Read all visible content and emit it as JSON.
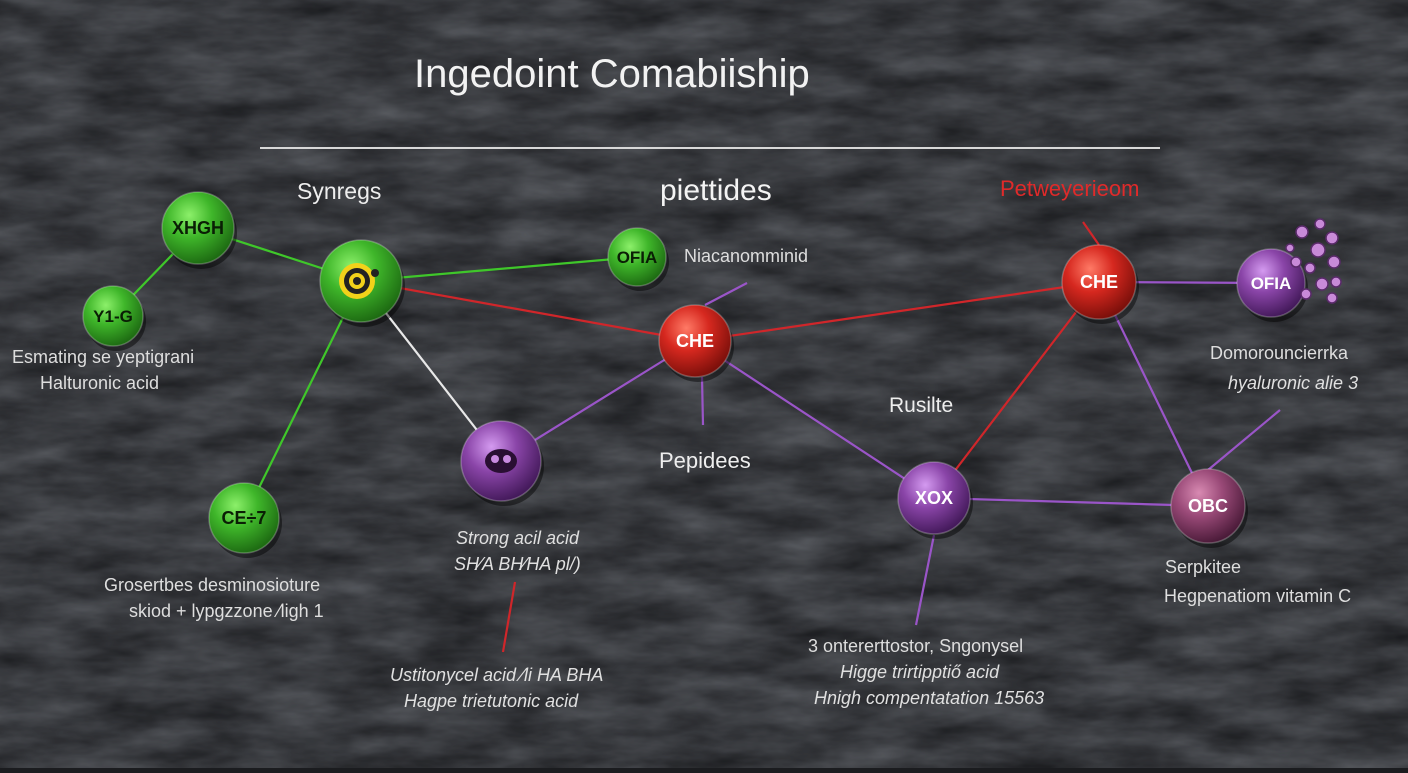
{
  "title": "Ingedoint Comabiiship",
  "headings": {
    "synergy": "Synregs",
    "peptides_top": "piettides",
    "red": "Petweyerieom",
    "busile": "Rusilte",
    "peptides_mid": "Pepidees"
  },
  "colors": {
    "green": "#3fb62a",
    "red": "#d6281f",
    "purple": "#8a45a8",
    "mauve": "#9a4a78",
    "line_green": "#3fc72a",
    "line_red": "#d0262a",
    "line_purple": "#9a55c8",
    "line_white": "#e8e8e8"
  },
  "nodes": [
    {
      "id": "xhgh",
      "label": "XHGH",
      "color": "green"
    },
    {
      "id": "yig",
      "label": "Y1-G",
      "color": "green"
    },
    {
      "id": "target",
      "label": "",
      "color": "green",
      "icon": "target-icon"
    },
    {
      "id": "ofia",
      "label": "OFIA",
      "color": "green"
    },
    {
      "id": "ce7",
      "label": "CE÷7",
      "color": "green"
    },
    {
      "id": "che_mid",
      "label": "CHE",
      "color": "red"
    },
    {
      "id": "che_right",
      "label": "CHE",
      "color": "red"
    },
    {
      "id": "mask",
      "label": "",
      "color": "purple",
      "icon": "mask-icon"
    },
    {
      "id": "xox",
      "label": "XOX",
      "color": "purple"
    },
    {
      "id": "ofia2",
      "label": "OFIA",
      "color": "purple"
    },
    {
      "id": "obc",
      "label": "OBC",
      "color": "mauve"
    }
  ],
  "labels": {
    "niacinamide": "Niacanomminid",
    "left_1": "Esmating se yeptigrani",
    "left_2": "Halturonic acid",
    "strong_1": "Strong acil acid",
    "strong_2": "SH⁄A BH⁄HA pl/)",
    "gro_1": "Grosertbes desminosioture",
    "gro_2": "skiod + lypgzzone ⁄ligh 1",
    "bottom_1": "Ustitonycel acid ⁄li HA BHA",
    "bottom_2": "Hagpe trietutonic acid",
    "right_1": "Domorouncierrka",
    "right_2": "hyaluronic alie 3",
    "serp_1": "Serpkitee",
    "serp_2": "Hegpenatiom vitamin C",
    "mid_1": "3  ontererttostor, Sngonysel",
    "mid_2": "Higge trirtipptiő acid",
    "mid_3": "Hnigh compentatation 15563"
  }
}
